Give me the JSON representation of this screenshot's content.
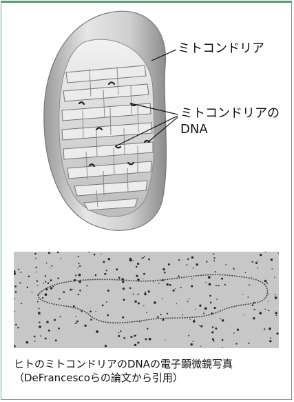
{
  "labels": {
    "mitochondria": "ミトコンドリア",
    "mt_dna_line1": "ミトコンドリアの",
    "mt_dna_line2": "DNA"
  },
  "caption": {
    "line1": "ヒトのミトコンドリアのDNAの電子顕微鏡写真",
    "line2": "（DeFrancescoらの論文から引用）"
  },
  "colors": {
    "frame": "#5aa57a",
    "membrane": "#d9d9d9",
    "micrograph_bg": "#c9c9c9"
  }
}
